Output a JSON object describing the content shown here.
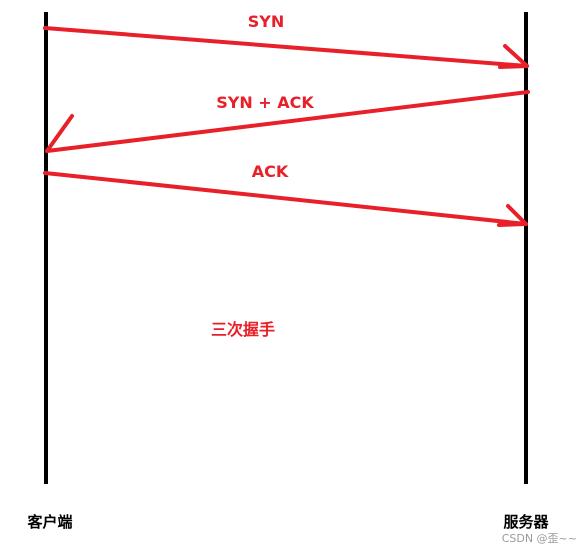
{
  "diagram": {
    "client_label": "客户端",
    "server_label": "服务器",
    "caption": "三次握手",
    "messages": [
      {
        "label": "SYN",
        "from": "client",
        "to": "server"
      },
      {
        "label": "SYN + ACK",
        "from": "server",
        "to": "client"
      },
      {
        "label": "ACK",
        "from": "client",
        "to": "server"
      }
    ]
  },
  "watermark": "CSDN @歪~~",
  "colors": {
    "arrow": "#e8202a",
    "lifeline": "#000000",
    "text": "#e8202a"
  }
}
